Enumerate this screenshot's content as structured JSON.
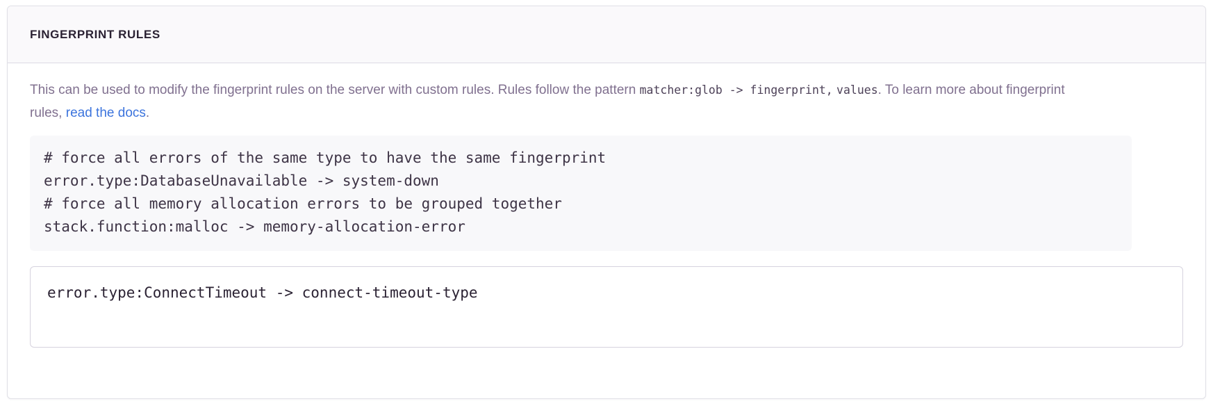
{
  "panel": {
    "title": "FINGERPRINT RULES",
    "description": {
      "text_before_code": "This can be used to modify the fingerprint rules on the server with custom rules. Rules follow the pattern ",
      "code_1": "matcher:glob -> fingerprint,",
      "code_2": "values",
      "text_middle": ". To learn more about fingerprint rules, ",
      "link_label": "read the docs",
      "text_after_link": "."
    },
    "example_code": "# force all errors of the same type to have the same fingerprint\nerror.type:DatabaseUnavailable -> system-down\n# force all memory allocation errors to be grouped together\nstack.function:malloc -> memory-allocation-error",
    "rules_input": {
      "value": "error.type:ConnectTimeout -> connect-timeout-type",
      "placeholder": ""
    }
  },
  "colors": {
    "panel_border": "#e0e0e6",
    "header_background": "#faf9fb",
    "header_divider": "#dcdae3",
    "title_text": "#2b2233",
    "description_text": "#80708f",
    "link": "#3c74dd",
    "code_background": "#f8f8fa",
    "code_text": "#3e3446",
    "input_border": "#d6d3de",
    "input_text": "#2b2233"
  }
}
